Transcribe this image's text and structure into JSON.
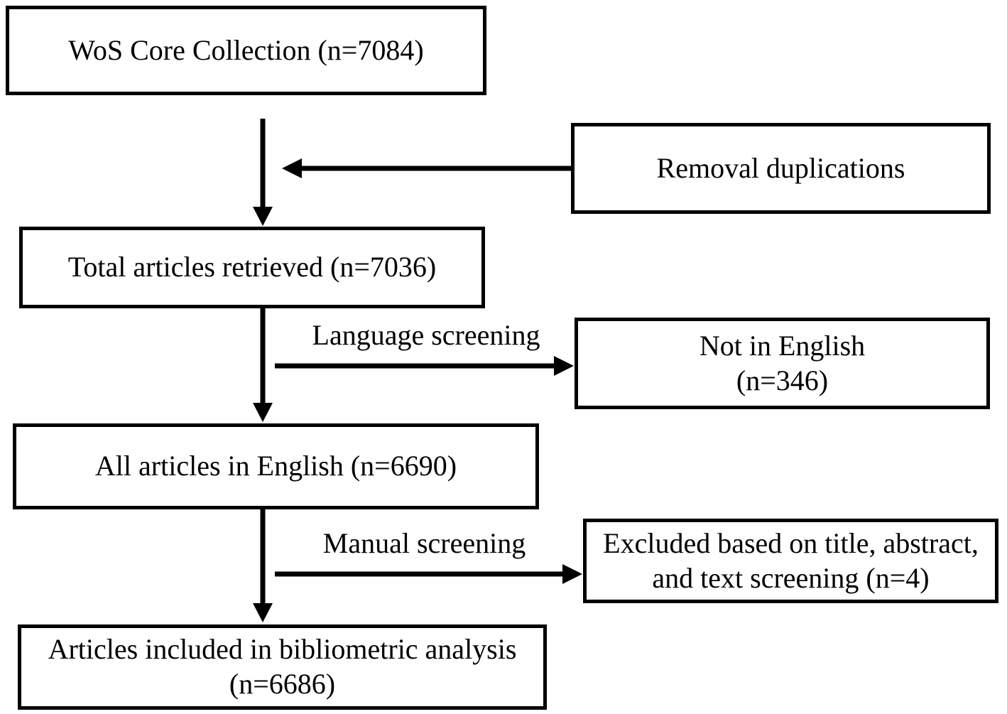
{
  "boxes": {
    "wos": "WoS Core Collection (n=7084)",
    "removal": "Removal duplications",
    "total": "Total articles retrieved (n=7036)",
    "not_english": {
      "line1": "Not in English",
      "line2": "(n=346)"
    },
    "english": "All articles in English (n=6690)",
    "excluded": {
      "line1": "Excluded based on title, abstract,",
      "line2": "and text screening (n=4)"
    },
    "included": {
      "line1": "Articles included in bibliometric analysis",
      "line2": "(n=6686)"
    }
  },
  "edge_labels": {
    "language_screening": "Language screening",
    "manual_screening": "Manual screening"
  },
  "colors": {
    "line": "#000000",
    "box_border": "#000000",
    "box_fill": "#ffffff",
    "text": "#000000",
    "background": "#ffffff"
  }
}
